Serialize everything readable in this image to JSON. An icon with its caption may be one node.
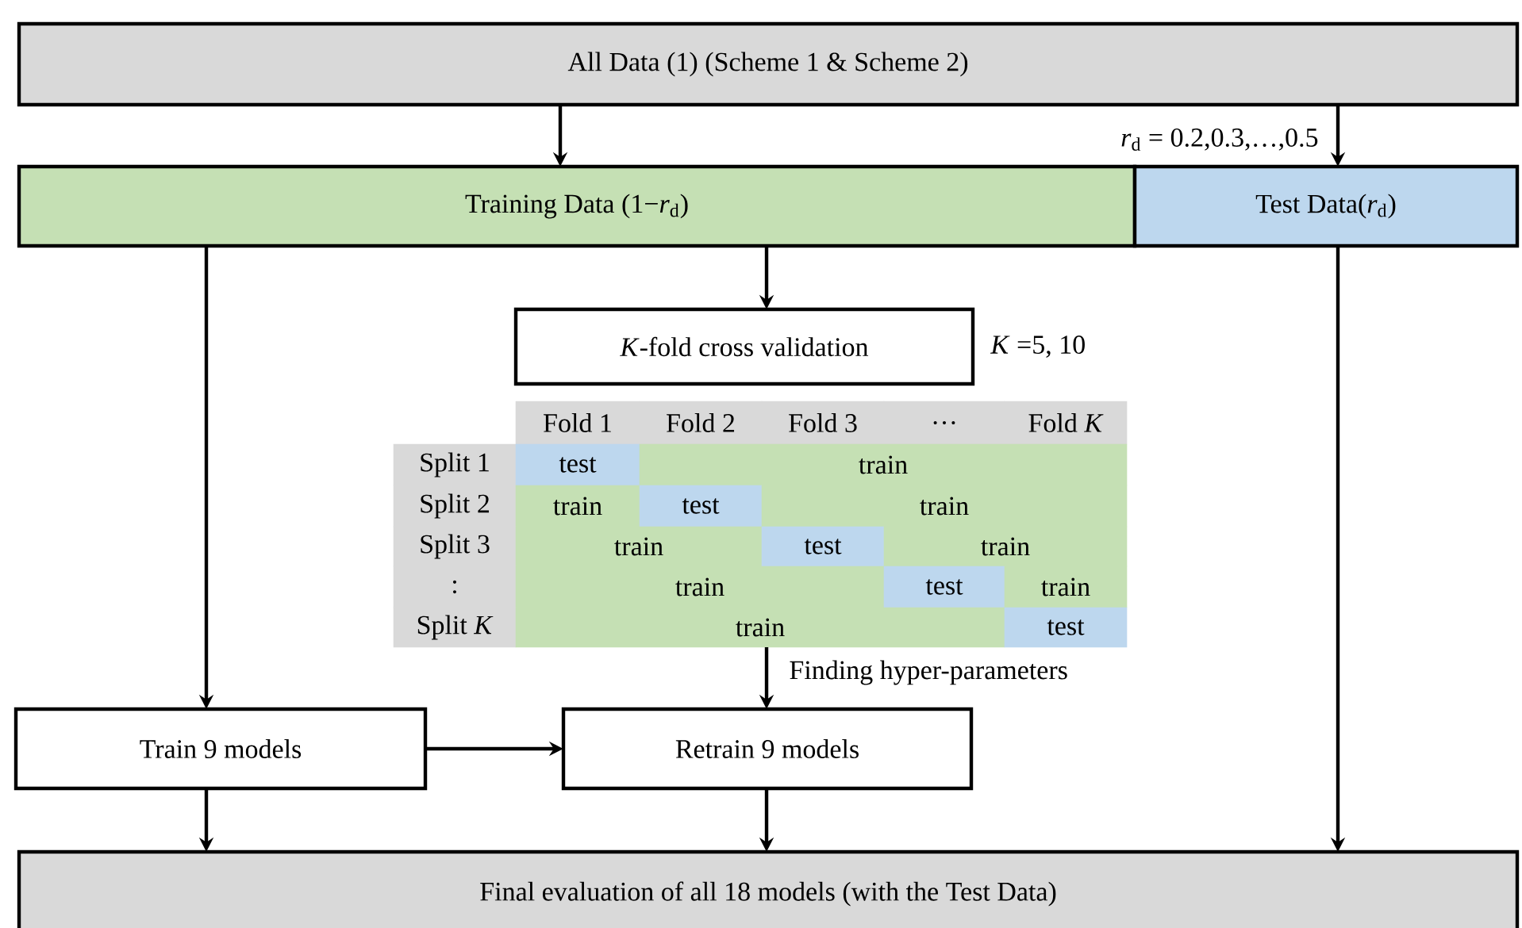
{
  "diagram": {
    "nodes": [
      {
        "text": [
          "All Data (1) (Scheme 1 & Scheme 2)"
        ]
      },
      {
        "text": [
          "Training Data (1−*r*$_{d}$)"
        ]
      },
      {
        "text": [
          "Test Data(*r*$_{d}$)"
        ]
      },
      {
        "text": [
          "*K*-fold cross validation"
        ],
        "beside": [
          "*K* =5, 10"
        ]
      },
      {
        "text": [
          "Fold 1",
          "Fold 2",
          "Fold 3",
          "…",
          "Fold *K*",
          "Split 1",
          "test",
          "train",
          "Split 2",
          "train",
          "test",
          "train",
          "Split 3",
          "train",
          "test",
          "train",
          ":",
          "train",
          "test",
          "train",
          "Split *K*",
          "train",
          "test"
        ]
      },
      {
        "text": [
          "Train 9 models"
        ]
      },
      {
        "text": [
          "Retrain 9 models"
        ]
      },
      {
        "text": [
          "Final evaluation of all 18 models (with the Test Data)"
        ]
      }
    ],
    "edges": [
      {
        "from": 0,
        "to": 1,
        "arrow": "to"
      },
      {
        "from": 0,
        "to": 2,
        "arrow": "to",
        "label": "*r*$_{d}$ = 0.2,0.3,…,0.5"
      },
      {
        "from": 1,
        "to": 3,
        "arrow": "to"
      },
      {
        "from": 1,
        "to": 5,
        "arrow": "to"
      },
      {
        "from": 2,
        "to": 7,
        "arrow": "to"
      },
      {
        "from": 4,
        "to": 6,
        "arrow": "to",
        "label": "Finding hyper-parameters"
      },
      {
        "from": 5,
        "to": 6,
        "arrow": "to"
      },
      {
        "from": 5,
        "to": 7,
        "arrow": "to"
      },
      {
        "from": 6,
        "to": 7,
        "arrow": "to"
      }
    ]
  }
}
